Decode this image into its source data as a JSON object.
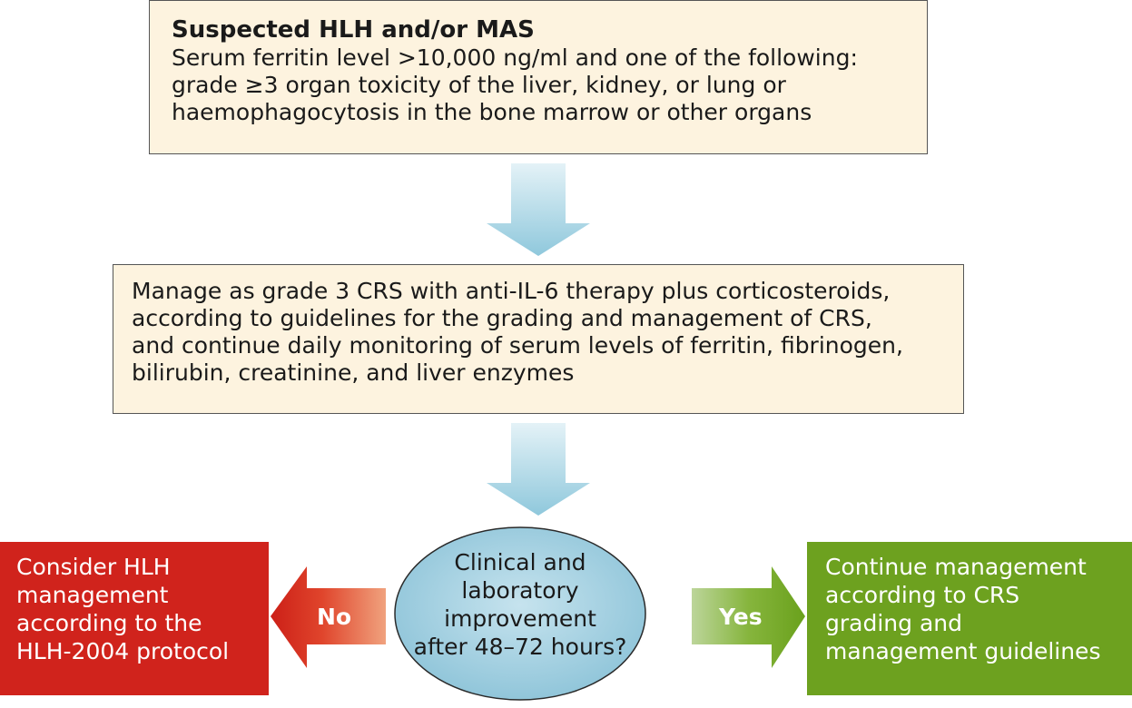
{
  "top_box": {
    "title": "Suspected HLH and/or MAS",
    "lines": [
      "Serum ferritin level >10,000 ng/ml and one of the following:",
      "grade ≥3 organ toxicity of the liver, kidney, or lung or",
      "haemophagocytosis in the bone marrow or other organs"
    ]
  },
  "middle_box": {
    "lines": [
      "Manage as grade 3 CRS with anti-IL-6 therapy plus corticosteroids,",
      "according to guidelines for the grading and management of CRS,",
      "and continue daily monitoring of serum levels of ferritin, fibrinogen,",
      "bilirubin, creatinine, and liver enzymes"
    ]
  },
  "decision": {
    "lines": [
      "Clinical and",
      "laboratory",
      "improvement",
      "after 48–72 hours?"
    ]
  },
  "no_branch": {
    "label": "No",
    "outcome_lines": [
      "Consider HLH",
      "management",
      "according to the",
      "HLH-2004 protocol"
    ]
  },
  "yes_branch": {
    "label": "Yes",
    "outcome_lines": [
      "Continue management",
      "according to CRS",
      "grading and",
      "management guidelines"
    ]
  },
  "colors": {
    "box_fill": "#fdf3df",
    "down_arrow": "#a9d6e5",
    "decision_fill": "#a6d2e2",
    "no_red": "#d0231c",
    "yes_green": "#6da11f"
  }
}
